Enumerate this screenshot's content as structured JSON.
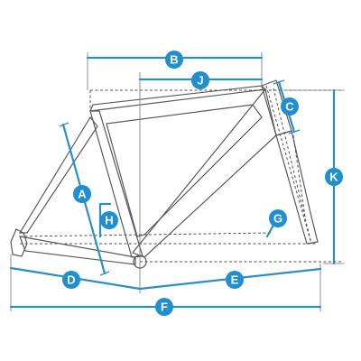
{
  "labels": {
    "a": "A",
    "b": "B",
    "c": "C",
    "d": "D",
    "e": "E",
    "f": "F",
    "g": "G",
    "h": "H",
    "j": "J",
    "k": "K"
  },
  "colors": {
    "accent": "#1f8fd0",
    "frame": "#5a5a5a"
  }
}
